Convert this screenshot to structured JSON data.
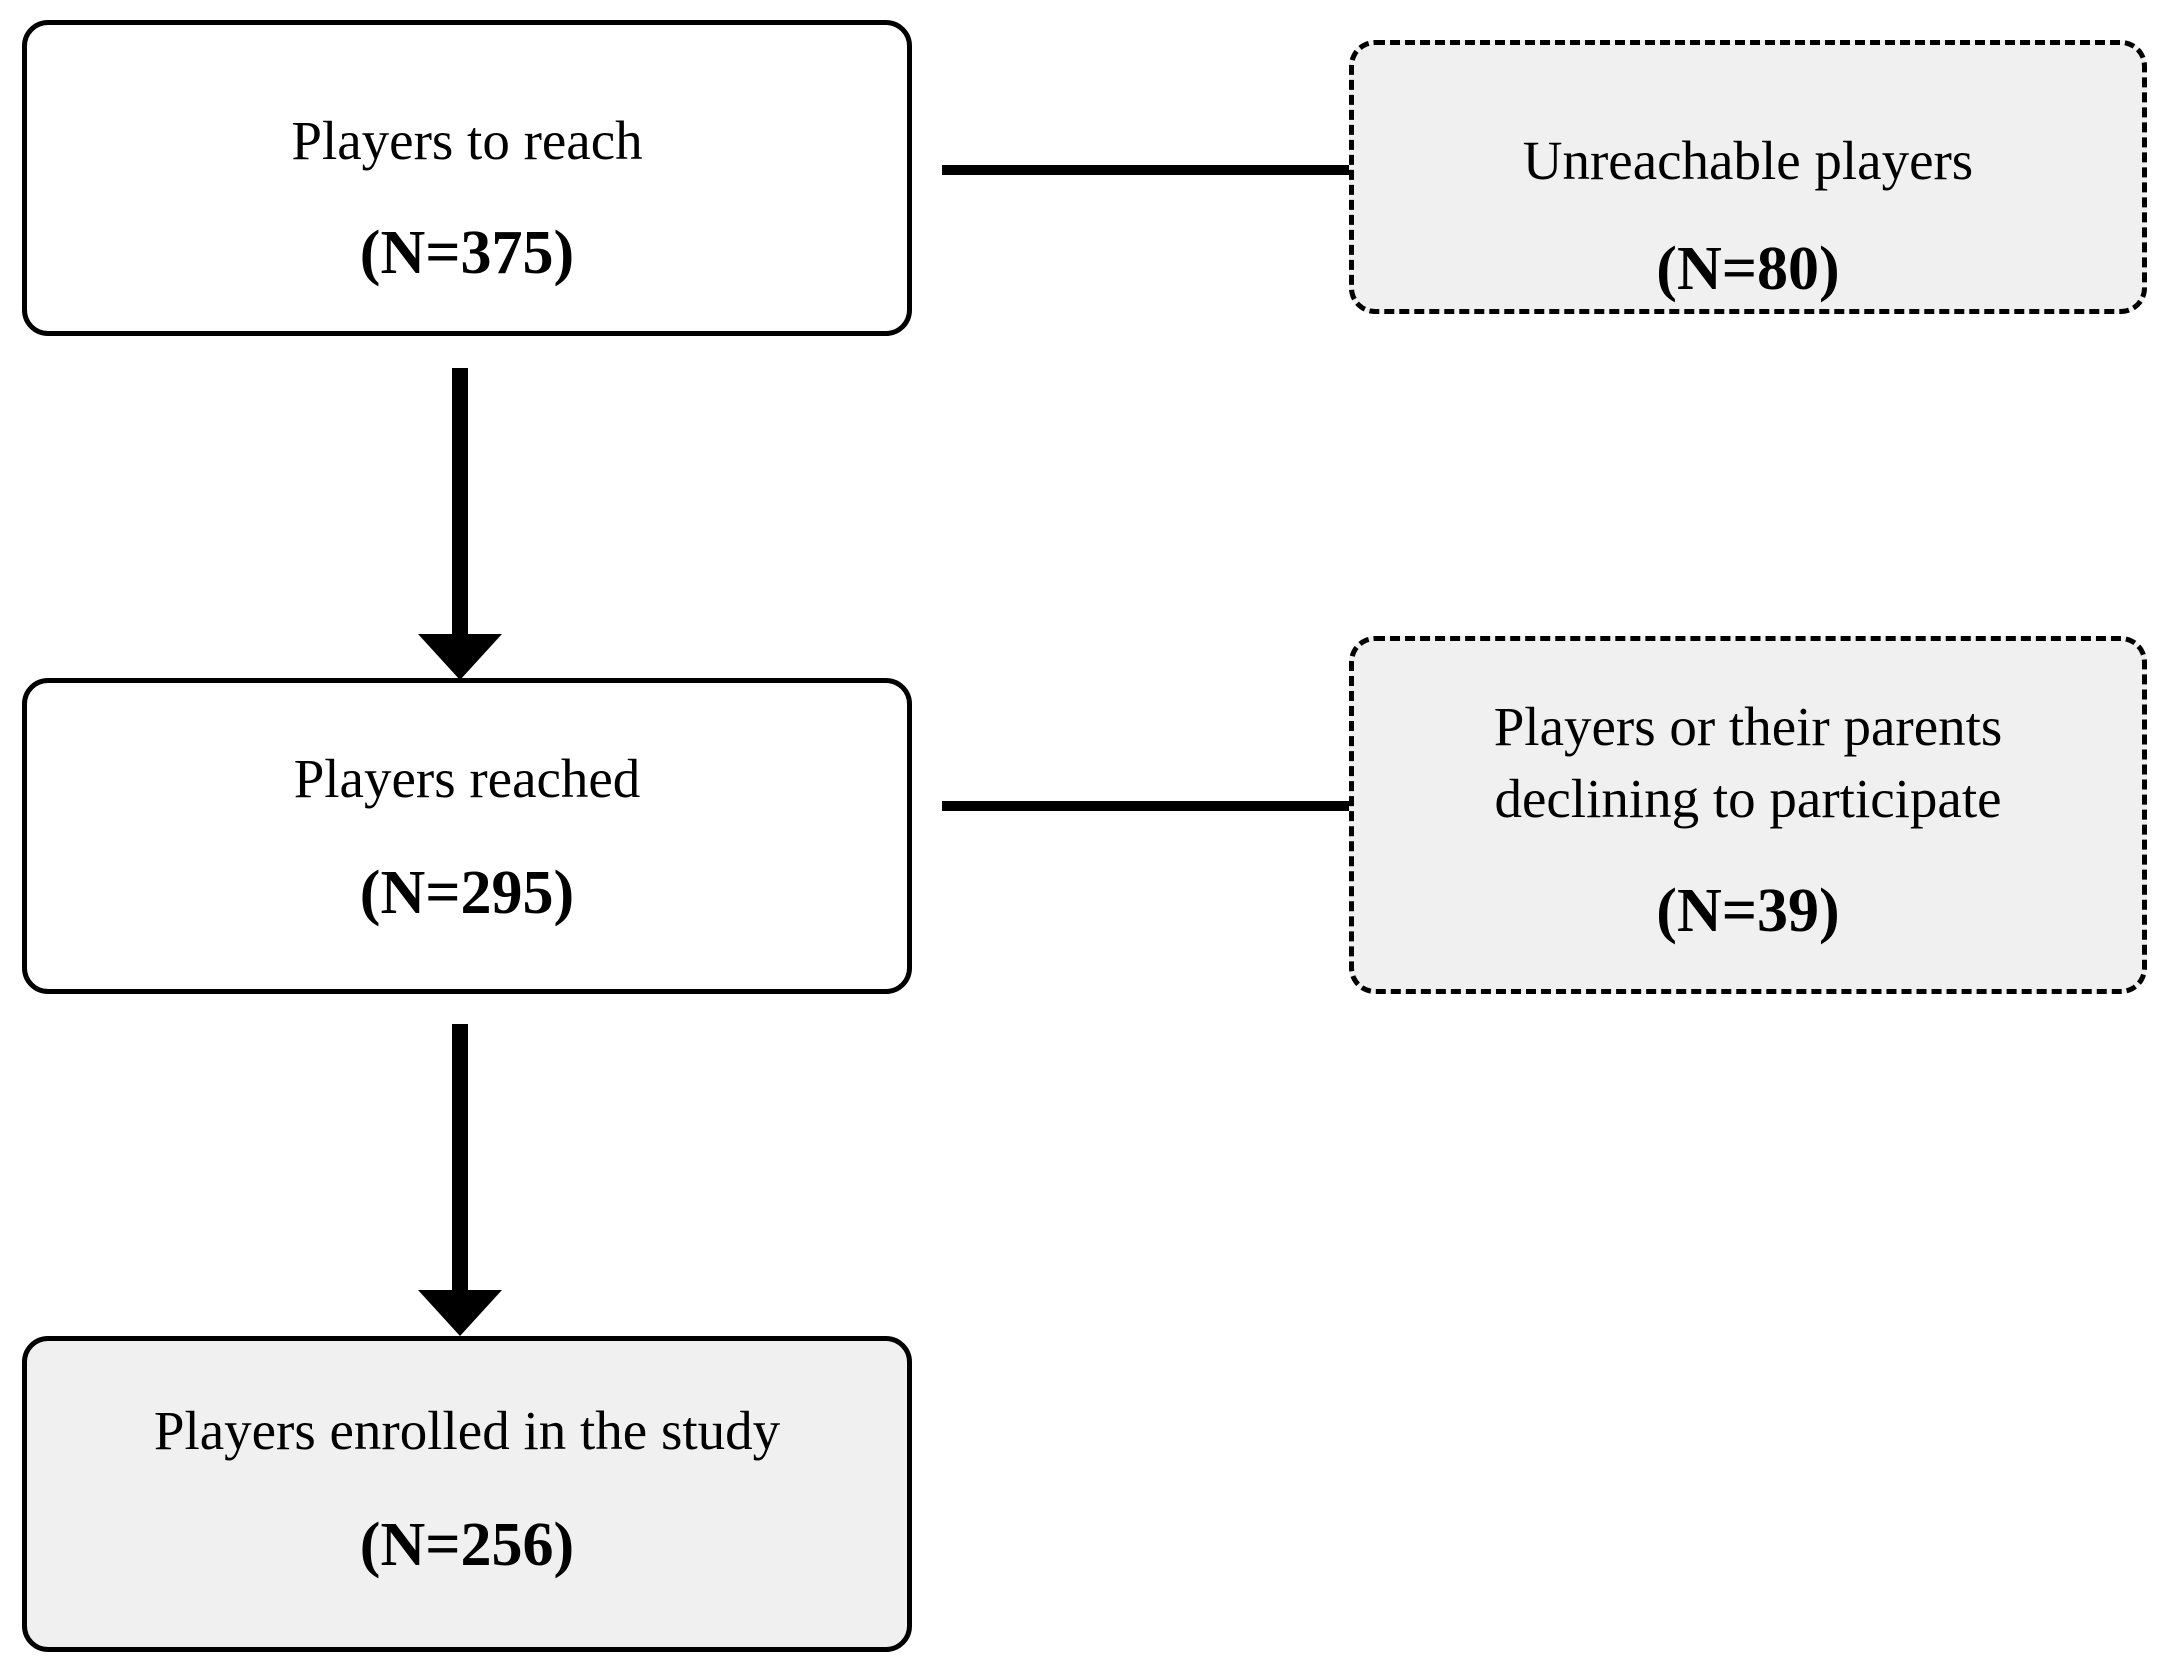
{
  "colors": {
    "line": "#000000",
    "box_plain": "#ffffff",
    "box_shaded": "#f0f0f0"
  },
  "flow": {
    "players_to_reach": {
      "label": "Players to reach",
      "count": "(N=375)"
    },
    "unreachable": {
      "label": "Unreachable players",
      "count": "(N=80)"
    },
    "players_reached": {
      "label": "Players reached",
      "count": "(N=295)"
    },
    "declining": {
      "label": "Players or their parents\ndeclining to participate",
      "count": "(N=39)"
    },
    "enrolled": {
      "label": "Players enrolled in the study",
      "count": "(N=256)"
    }
  }
}
